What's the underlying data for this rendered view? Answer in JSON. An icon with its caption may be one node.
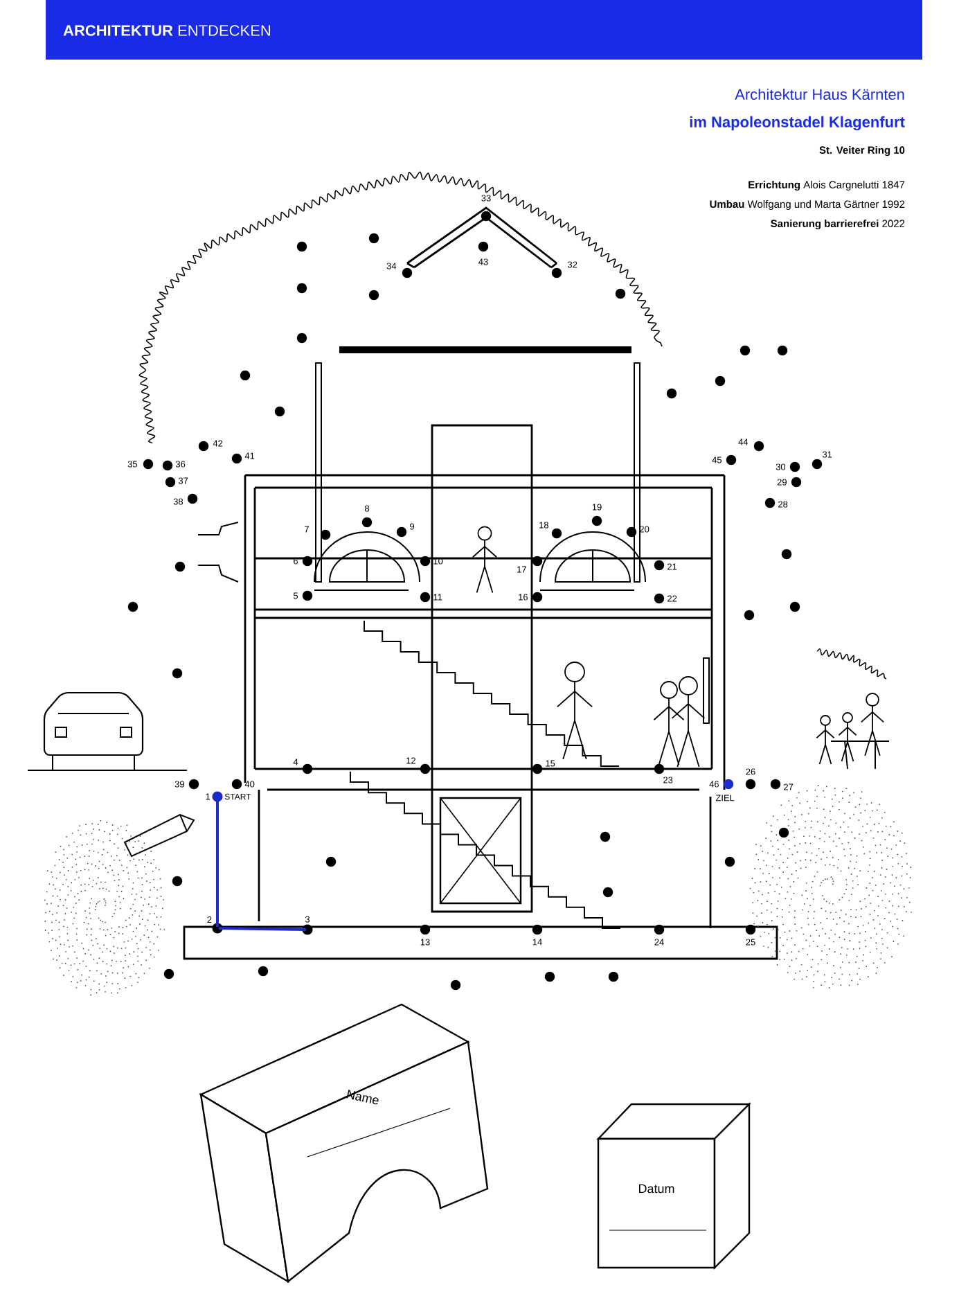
{
  "diagram": {
    "nodes": [
      {
        "text": [
          "1"
        ],
        "beside": [
          "START"
        ]
      },
      {
        "text": [
          "2"
        ]
      },
      {
        "text": [
          "3"
        ]
      },
      {
        "text": [
          "Name"
        ]
      },
      {
        "text": [
          "Datum"
        ]
      }
    ],
    "edges": [
      {
        "from": 0,
        "to": 1,
        "arrow": "none"
      },
      {
        "from": 1,
        "to": 2,
        "arrow": "none"
      }
    ],
    "labels": [
      "**ARCHITEKTUR** ENTDECKEN",
      "Architektur Haus Kärnten",
      "im Napoleonstadel Klagenfurt",
      "St. Veiter Ring 10",
      "**Errichtung** Alois Cargnelutti 1847",
      "**Umbau** Wolfgang und Marta Gärtner 1992",
      "**Sanierung barrierefrei** 2022",
      "33",
      "34",
      "43",
      "32",
      "42",
      "41",
      "44",
      "35",
      "36",
      "45",
      "31",
      "30",
      "37",
      "29",
      "38",
      "28",
      "7",
      "8",
      "9",
      "18",
      "19",
      "20",
      "6",
      "10",
      "17",
      "21",
      "5",
      "11",
      "16",
      "22",
      "4",
      "12",
      "15",
      "23",
      "39",
      "40",
      "46",
      "ZIEL",
      "26",
      "27",
      "13",
      "14",
      "24",
      "25"
    ]
  }
}
